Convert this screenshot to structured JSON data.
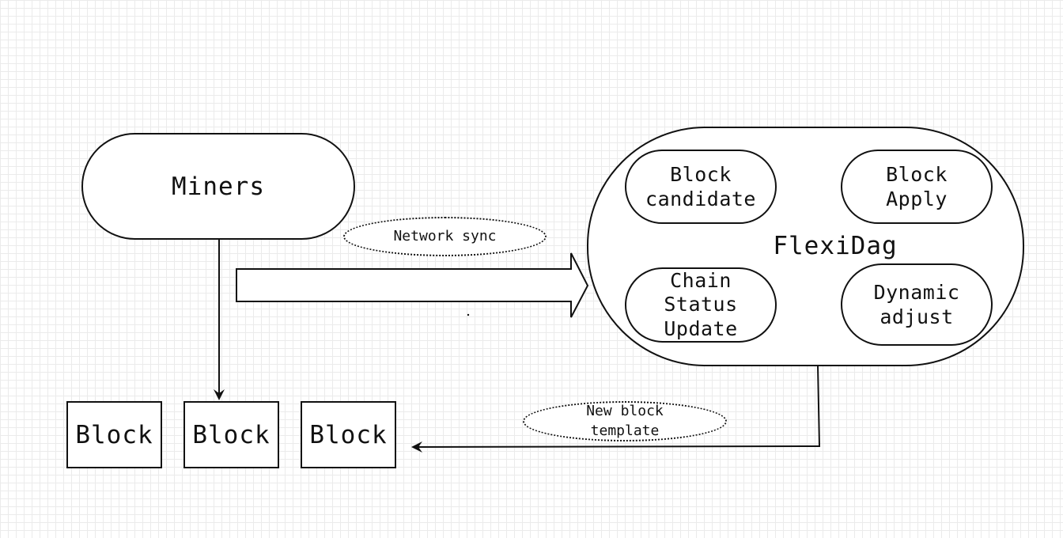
{
  "nodes": {
    "miners": "Miners",
    "flexidag": "FlexiDag",
    "block_candidate": "Block\ncandidate",
    "block_apply": "Block\nApply",
    "chain_status_update": "Chain\nStatus\nUpdate",
    "dynamic_adjust": "Dynamic\nadjust",
    "blocks": [
      "Block",
      "Block",
      "Block"
    ]
  },
  "edge_labels": {
    "network_sync": "Network sync",
    "new_block_template": "New block\ntemplate"
  }
}
